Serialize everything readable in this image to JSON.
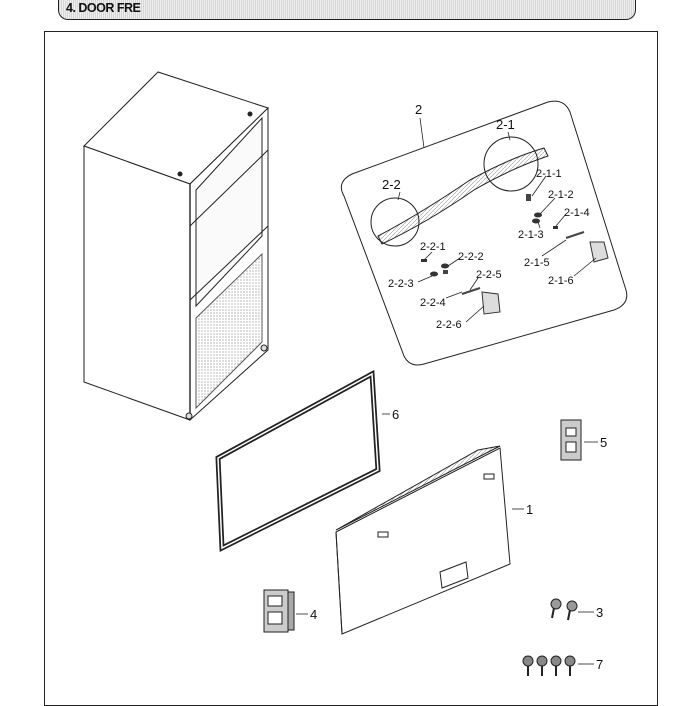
{
  "header": {
    "title": "4. DOOR FRE"
  },
  "callouts": {
    "assembly": "2",
    "hinge_right": "2-1",
    "hinge_left": "2-2",
    "p_2_1_1": "2-1-1",
    "p_2_1_2": "2-1-2",
    "p_2_1_3": "2-1-3",
    "p_2_1_4": "2-1-4",
    "p_2_1_5": "2-1-5",
    "p_2_1_6": "2-1-6",
    "p_2_2_1": "2-2-1",
    "p_2_2_2": "2-2-2",
    "p_2_2_3": "2-2-3",
    "p_2_2_4": "2-2-4",
    "p_2_2_5": "2-2-5",
    "p_2_2_6": "2-2-6",
    "door": "1",
    "bracket_right": "5",
    "bracket_left": "4",
    "gasket": "6",
    "screws_small": "3",
    "screws_row": "7"
  }
}
